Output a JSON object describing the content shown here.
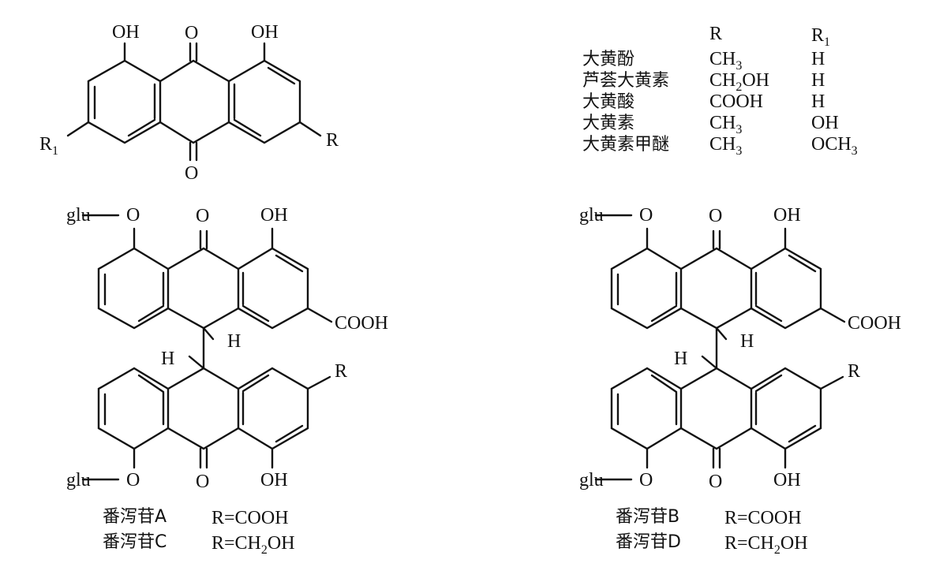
{
  "structure1": {
    "OH_left": "OH",
    "O_top": "O",
    "OH_right": "OH",
    "R1": "R",
    "R1_sub": "1",
    "R": "R",
    "O_bottom": "O"
  },
  "table": {
    "header_R": "R",
    "header_R1": "R",
    "header_R1_sub": "1",
    "rows": [
      {
        "name": "大黄酚",
        "R": "CH",
        "R_sub": "3",
        "R_tail": "",
        "R1": "H",
        "R1_sub": "",
        "R1_tail": ""
      },
      {
        "name": "芦荟大黄素",
        "R": "CH",
        "R_sub": "2",
        "R_tail": "OH",
        "R1": "H",
        "R1_sub": "",
        "R1_tail": ""
      },
      {
        "name": "大黄酸",
        "R": "COOH",
        "R_sub": "",
        "R_tail": "",
        "R1": "H",
        "R1_sub": "",
        "R1_tail": ""
      },
      {
        "name": "大黄素",
        "R": "CH",
        "R_sub": "3",
        "R_tail": "",
        "R1": "OH",
        "R1_sub": "",
        "R1_tail": ""
      },
      {
        "name": "大黄素甲醚",
        "R": "CH",
        "R_sub": "3",
        "R_tail": "",
        "R1": "OCH",
        "R1_sub": "3",
        "R1_tail": ""
      }
    ]
  },
  "structure2": {
    "glu_top": "glu",
    "O_glu_top": "O",
    "O_top": "O",
    "OH_top": "OH",
    "COOH": "COOH",
    "H1": "H",
    "H2": "H",
    "R": "R",
    "glu_bottom": "glu",
    "O_glu_bottom": "O",
    "O_bottom": "O",
    "OH_bottom": "OH",
    "caption1_name": "番泻苷A",
    "caption1_formula": "R=COOH",
    "caption2_name": "番泻苷C",
    "caption2_formula": "R=CH",
    "caption2_sub": "2",
    "caption2_tail": "OH"
  },
  "structure3": {
    "glu_top": "glu",
    "O_glu_top": "O",
    "O_top": "O",
    "OH_top": "OH",
    "COOH": "COOH",
    "H1": "H",
    "H2": "H",
    "R": "R",
    "glu_bottom": "glu",
    "O_glu_bottom": "O",
    "O_bottom": "O",
    "OH_bottom": "OH",
    "caption1_name": "番泻苷B",
    "caption1_formula": "R=COOH",
    "caption2_name": "番泻苷D",
    "caption2_formula": "R=CH",
    "caption2_sub": "2",
    "caption2_tail": "OH"
  }
}
